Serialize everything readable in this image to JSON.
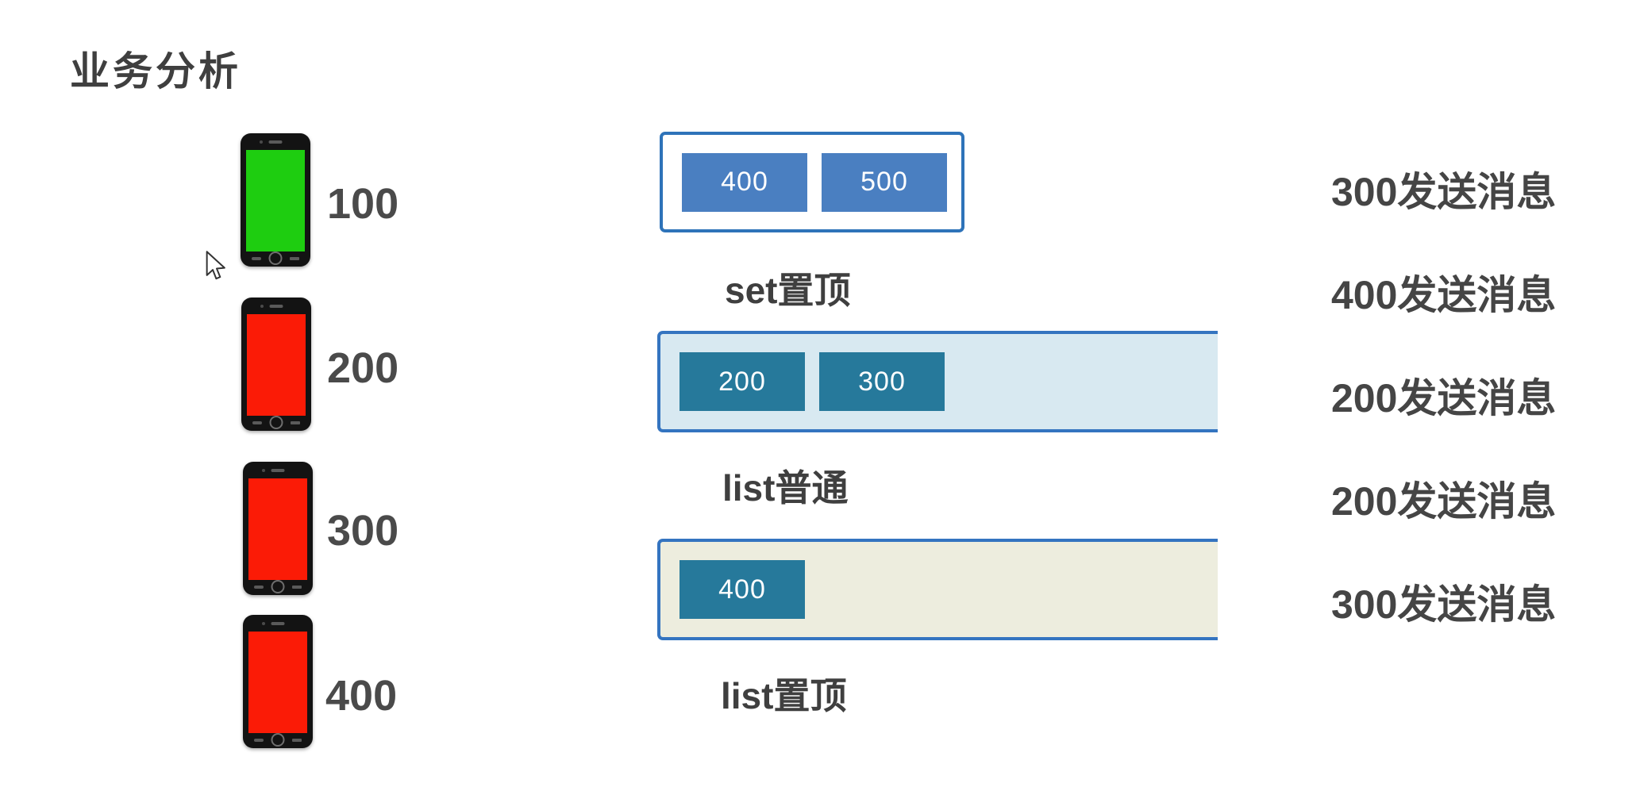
{
  "title": "业务分析",
  "colors": {
    "screen_green": "#1ECD10",
    "screen_red": "#FB1B06",
    "badge_blue": "#4A7FC1",
    "badge_teal": "#26799B",
    "set_box_border": "#2E73B9",
    "list_box_border": "#3474C0",
    "set_box_fill": "#FFFFFF",
    "list_normal_fill": "#D8E9F1",
    "list_top_fill": "#EDEDDE",
    "text_dark": "#454545"
  },
  "phones": [
    {
      "label": "100",
      "screen_color": "#1ECD10"
    },
    {
      "label": "200",
      "screen_color": "#FB1B06"
    },
    {
      "label": "300",
      "screen_color": "#FB1B06"
    },
    {
      "label": "400",
      "screen_color": "#FB1B06"
    }
  ],
  "boxes": {
    "set_top": {
      "label": "set置顶",
      "items": [
        "400",
        "500"
      ]
    },
    "list_normal": {
      "label": "list普通",
      "items": [
        "200",
        "300"
      ]
    },
    "list_top": {
      "label": "list置顶",
      "items": [
        "400"
      ]
    }
  },
  "messages": [
    "300发送消息",
    "400发送消息",
    "200发送消息",
    "200发送消息",
    "300发送消息"
  ]
}
